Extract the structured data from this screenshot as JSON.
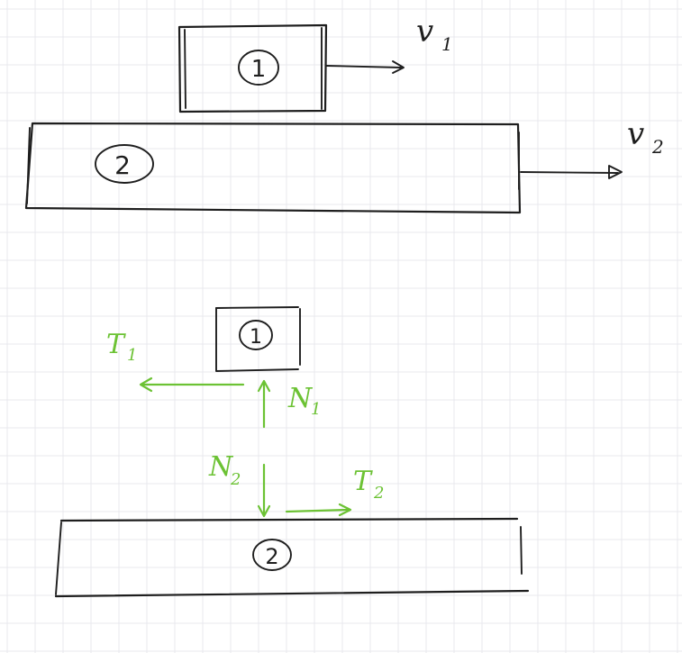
{
  "diagram": {
    "top_scene": {
      "block_1": {
        "label": "1"
      },
      "block_2": {
        "label": "2"
      },
      "velocity_1": {
        "symbol": "v",
        "subscript": "1"
      },
      "velocity_2": {
        "symbol": "v",
        "subscript": "2"
      }
    },
    "free_body": {
      "block_1": {
        "label": "1"
      },
      "block_2": {
        "label": "2"
      },
      "friction_1": {
        "symbol": "T",
        "subscript": "1"
      },
      "normal_1": {
        "symbol": "N",
        "subscript": "1"
      },
      "normal_2": {
        "symbol": "N",
        "subscript": "2"
      },
      "friction_2": {
        "symbol": "T",
        "subscript": "2"
      }
    },
    "colors": {
      "ink": "#1e1e1e",
      "force_green": "#6cc234",
      "grid": "#e9e9ee",
      "background": "#ffffff"
    }
  }
}
